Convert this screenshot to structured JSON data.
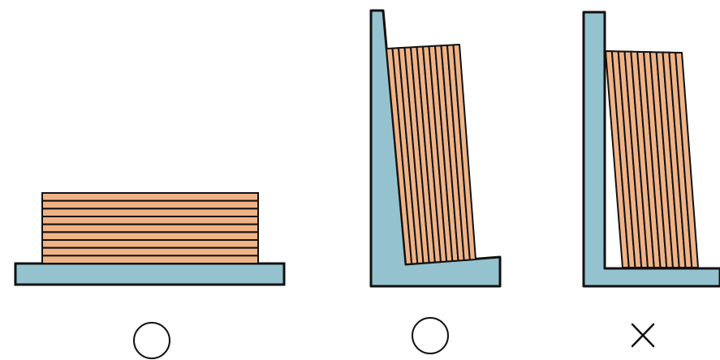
{
  "colors": {
    "stand": "#94c3cf",
    "board": "#f0b386",
    "outline": "#111111",
    "background": "#ffffff"
  },
  "panels": [
    {
      "id": "flat-stack",
      "orientation": "horizontal",
      "board_count": 9,
      "verdict_symbol": "○",
      "verdict_name": "correct"
    },
    {
      "id": "leaning-with-wedge",
      "orientation": "leaning",
      "board_count": 12,
      "verdict_symbol": "○",
      "verdict_name": "correct"
    },
    {
      "id": "leaning-without-wedge",
      "orientation": "leaning",
      "board_count": 12,
      "verdict_symbol": "×",
      "verdict_name": "incorrect"
    }
  ]
}
